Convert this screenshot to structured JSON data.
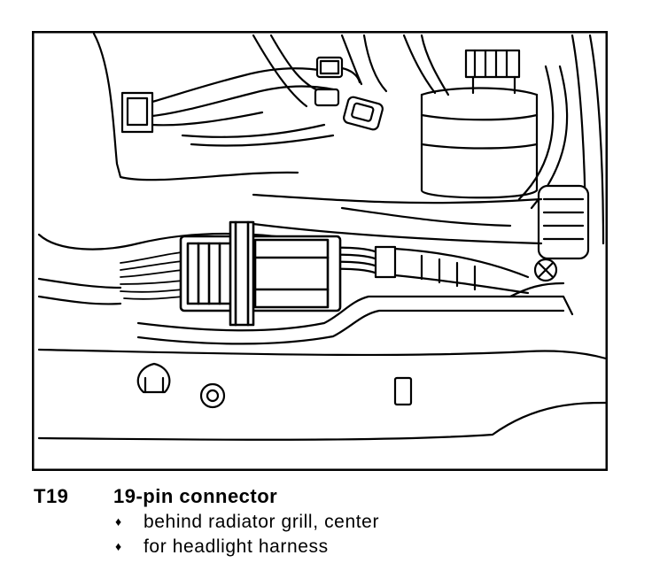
{
  "figure": {
    "component_code": "T19",
    "component_name": "19-pin connector",
    "notes": [
      "behind radiator grill, center",
      "for headlight harness"
    ],
    "bullet_glyph": "♦"
  }
}
